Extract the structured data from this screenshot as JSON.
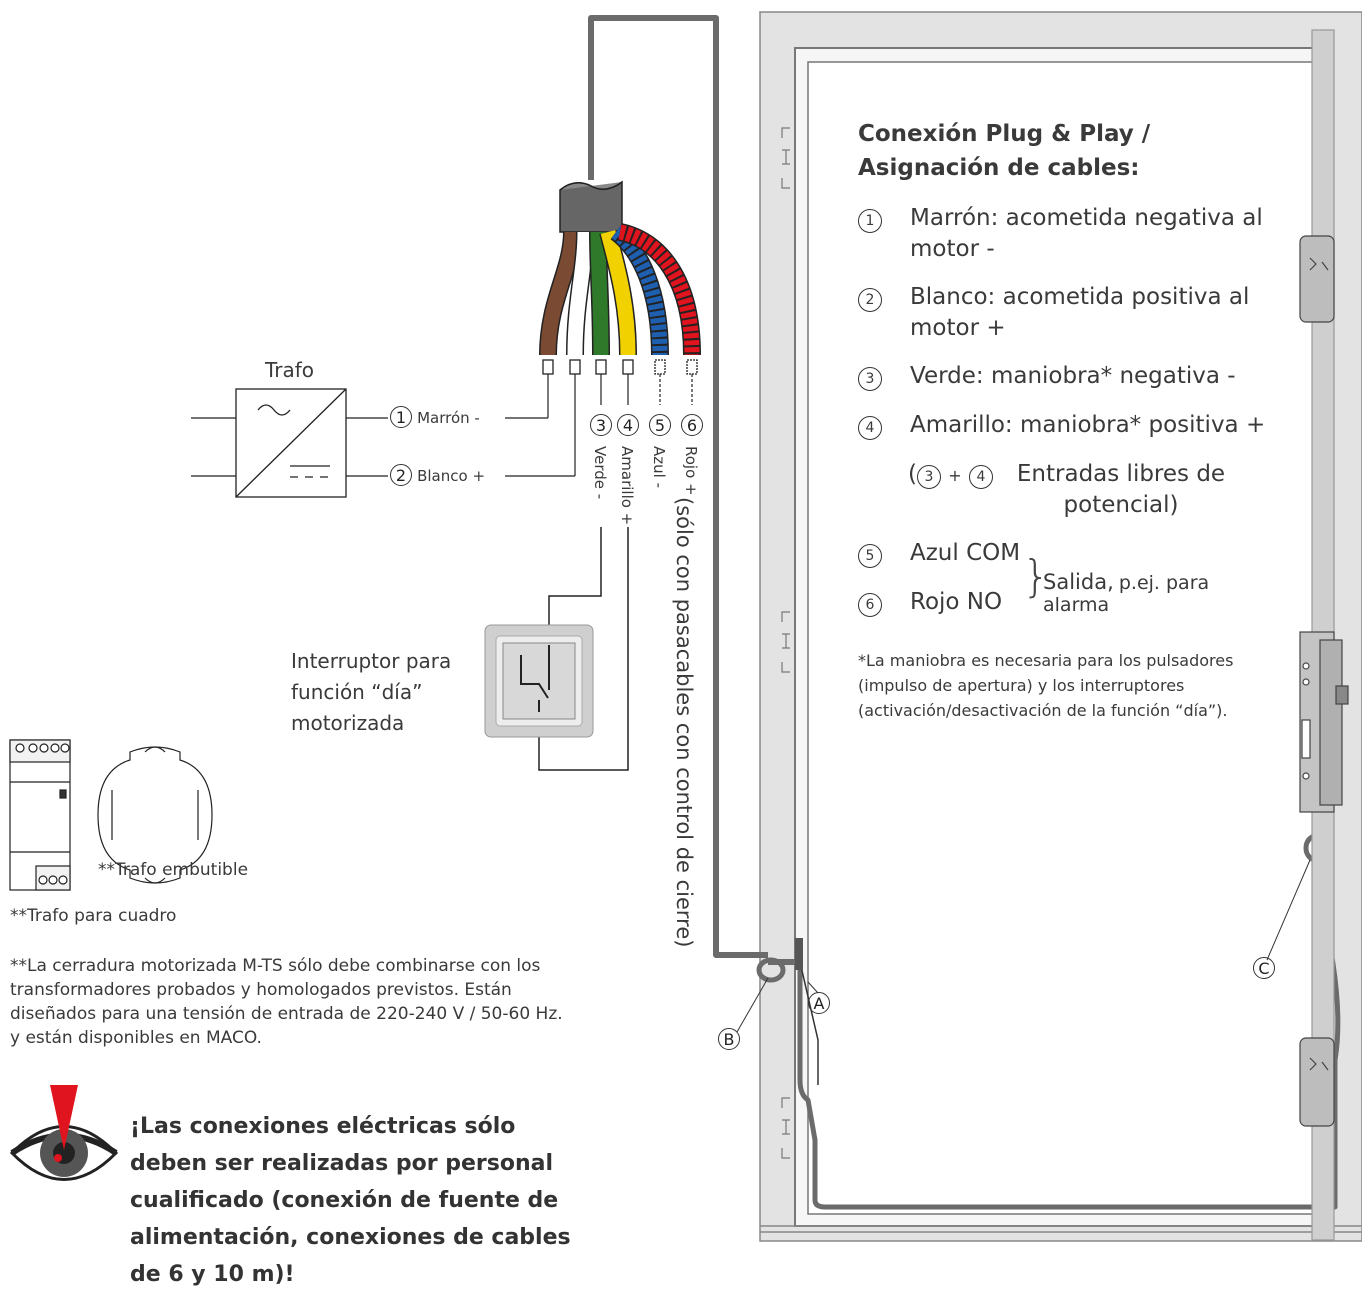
{
  "wiring": {
    "trafo_label": "Trafo",
    "input_1_num": "1",
    "input_1_label": "Marrón -",
    "input_2_num": "2",
    "input_2_label": "Blanco +",
    "wire_nums": [
      "3",
      "4",
      "5",
      "6"
    ],
    "wire_labels": [
      "Verde -",
      "Amarillo +",
      "Azul -",
      "Rojo +"
    ],
    "wire_colors": {
      "brown": "#7a4a32",
      "white": "#ffffff",
      "green": "#2f7a2a",
      "yellow": "#f2d100",
      "blue": "#1e5fb0",
      "red": "#e0141e"
    },
    "cable_note": "(sólo con pasacables con control de cierre)",
    "switch_label": "Interruptor para función “día” motorizada",
    "trafo_flush": "**Trafo embutible",
    "trafo_panel": "**Trafo para cuadro",
    "trafo_note": "**La cerradura motorizada M-TS sólo debe combinarse con los transformadores probados y homologados previstos. Están diseñados para una tensión de entrada de 220-240 V / 50-60 Hz. y están disponibles en MACO."
  },
  "warning": {
    "text": "¡Las conexiones eléctricas sólo deben ser realizadas por personal cualificado (conexión de fuente de alimentación, conexiones de cables de 6 y 10 m)!"
  },
  "door": {
    "title": "Conexión Plug & Play / Asignación de cables:",
    "items": [
      {
        "num": "1",
        "text": "Marrón: acometida negativa al motor -"
      },
      {
        "num": "2",
        "text": "Blanco: acometida positiva al motor +"
      },
      {
        "num": "3",
        "text": "Verde: maniobra* negativa -"
      },
      {
        "num": "4",
        "text": "Amarillo: maniobra* positiva +"
      }
    ],
    "free_inputs_prefix": "(",
    "free_inputs_a": "3",
    "free_inputs_plus": "+",
    "free_inputs_b": "4",
    "free_inputs_text": "Entradas libres de potencial)",
    "item5": {
      "num": "5",
      "text": "Azul COM"
    },
    "item6": {
      "num": "6",
      "text": "Rojo NO"
    },
    "output_label": "Salida,",
    "output_detail": "p.ej. para alarma",
    "footnote": "*La maniobra es necesaria para los pulsadores (impulso de apertura) y los interruptores (activación/desactivación de la función “día”).",
    "callout_a": "A",
    "callout_b": "B",
    "callout_c": "C"
  }
}
